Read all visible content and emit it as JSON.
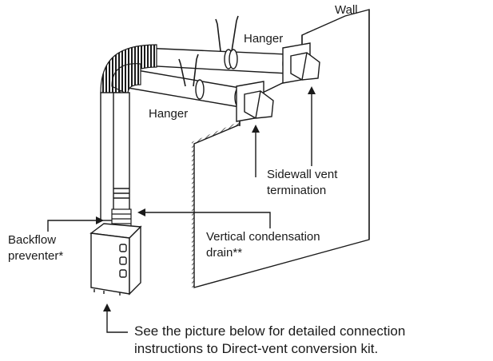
{
  "labels": {
    "wall": "Wall",
    "hanger_top": "Hanger",
    "hanger_left": "Hanger",
    "sidewall_line1": "Sidewall vent",
    "sidewall_line2": "termination",
    "vertical_line1": "Vertical condensation",
    "vertical_line2": "drain**",
    "backflow_line1": "Backflow",
    "backflow_line2": "preventer*",
    "note_line1": "See the picture below for detailed connection",
    "note_line2": "instructions to Direct-vent conversion kit."
  },
  "colors": {
    "line": "#1a1a1a",
    "wall_fill": "#ffffff",
    "hatch": "#333333",
    "pipe_fill": "#ffffff",
    "flex_fill": "#2a2a2a"
  }
}
